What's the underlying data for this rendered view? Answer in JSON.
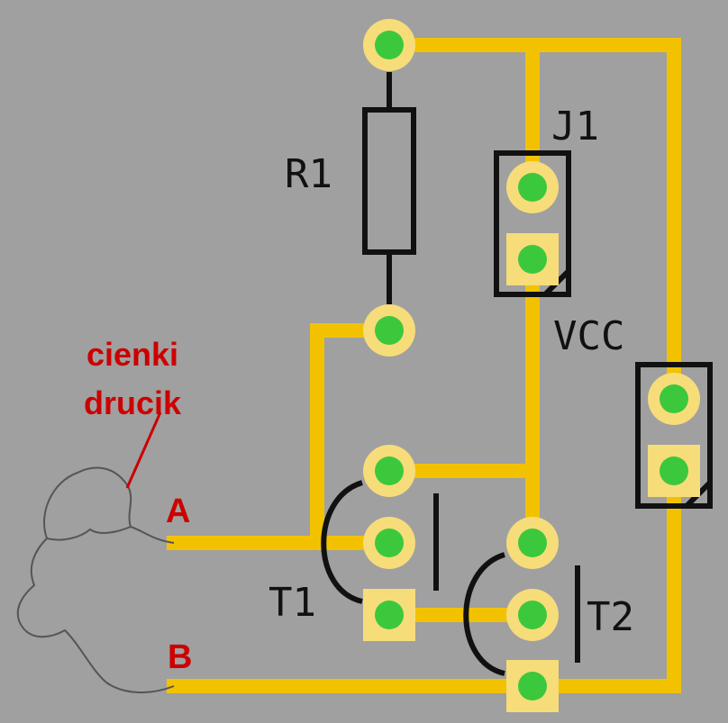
{
  "labels": {
    "r1": "R1",
    "j1": "J1",
    "vcc": "VCC",
    "t1": "T1",
    "t2": "T2",
    "a": "A",
    "b": "B",
    "note_line1": "cienki",
    "note_line2": "drucik"
  },
  "colors": {
    "background": "#a0a0a0",
    "trace": "#f2c200",
    "pad_ring": "#f7dc7a",
    "pad_center": "#3cc83c",
    "silkscreen": "#111111",
    "annotation": "#cc0000",
    "wire": "#555555"
  }
}
